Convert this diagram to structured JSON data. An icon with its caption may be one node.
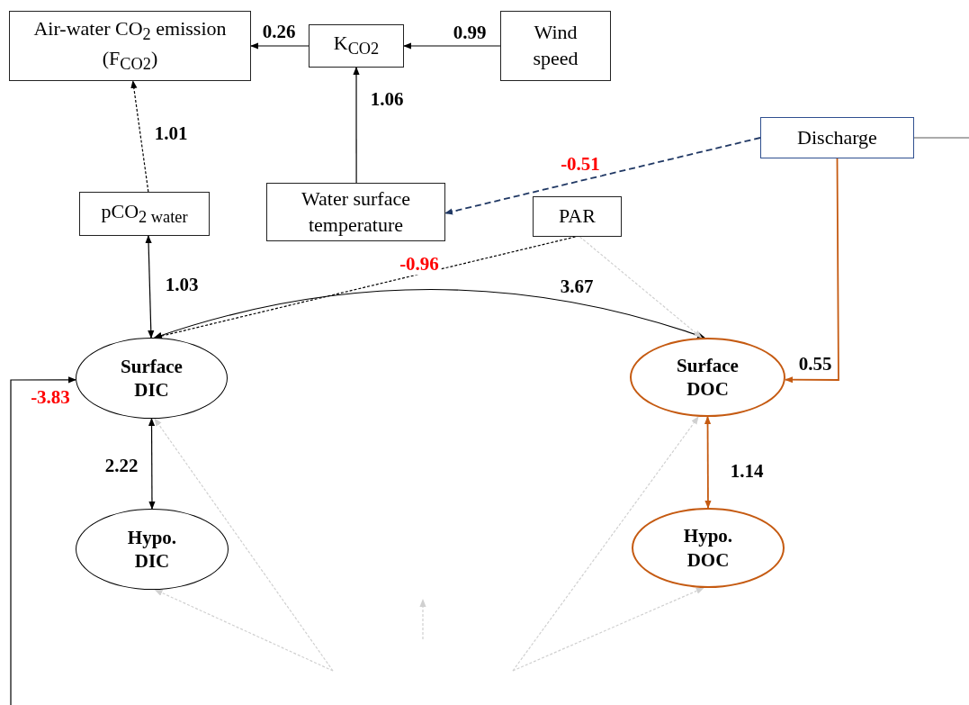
{
  "diagram": {
    "nodes": [
      {
        "text": [
          "Air-water CO$_{2}$ emission (F$_{CO2}$)"
        ]
      },
      {
        "text": [
          "K$_{CO2}$"
        ]
      },
      {
        "text": [
          "Wind speed"
        ]
      },
      {
        "text": [
          "Discharge"
        ]
      },
      {
        "text": [
          "pCO$_{2 water}$"
        ]
      },
      {
        "text": [
          "Water surface temperature"
        ]
      },
      {
        "text": [
          "PAR"
        ]
      },
      {
        "text": [
          "Surface DIC"
        ]
      },
      {
        "text": [
          "Surface DOC"
        ]
      },
      {
        "text": [
          "Hypo. DIC"
        ]
      },
      {
        "text": [
          "Hypo. DOC"
        ]
      }
    ],
    "edges": [
      {
        "from": 1,
        "to": 0,
        "arrow": "to",
        "label": "0.26"
      },
      {
        "from": 2,
        "to": 1,
        "arrow": "to",
        "label": "0.99"
      },
      {
        "from": 5,
        "to": 1,
        "arrow": "to",
        "label": "1.06"
      },
      {
        "from": 4,
        "to": 0,
        "arrow": "to",
        "label": "1.01",
        "style": "dashed"
      },
      {
        "from": 3,
        "to": 5,
        "arrow": "to",
        "label": "-0.51",
        "style": "dashed",
        "color": "#203864"
      },
      {
        "from": 7,
        "to": 4,
        "arrow": "both",
        "label": "1.03"
      },
      {
        "from": 6,
        "to": 7,
        "arrow": "to",
        "label": "-0.96",
        "style": "dashed"
      },
      {
        "from": 7,
        "to": 8,
        "arrow": "both",
        "label": "3.67"
      },
      {
        "from": 6,
        "to": 8,
        "arrow": "to",
        "style": "dashed",
        "color": "#d0d0d0"
      },
      {
        "from": 3,
        "to": 8,
        "arrow": "to",
        "label": "0.55",
        "color": "#c55a11"
      },
      {
        "from": 7,
        "to": 9,
        "arrow": "both",
        "label": "2.22"
      },
      {
        "from": 8,
        "to": 10,
        "arrow": "both",
        "label": "1.14",
        "color": "#c55a11"
      },
      {
        "from": 3,
        "to": null,
        "arrow": "none",
        "color": "#595959"
      },
      {
        "from": null,
        "to": 7,
        "arrow": "to",
        "label": "-3.83"
      },
      {
        "from": null,
        "to": 7,
        "arrow": "to",
        "style": "dashed",
        "color": "#d0d0d0"
      },
      {
        "from": null,
        "to": 9,
        "arrow": "to",
        "style": "dashed",
        "color": "#d0d0d0"
      },
      {
        "from": null,
        "to": 8,
        "arrow": "to",
        "style": "dashed",
        "color": "#d0d0d0"
      },
      {
        "from": null,
        "to": 10,
        "arrow": "to",
        "style": "dashed",
        "color": "#d0d0d0"
      }
    ]
  }
}
